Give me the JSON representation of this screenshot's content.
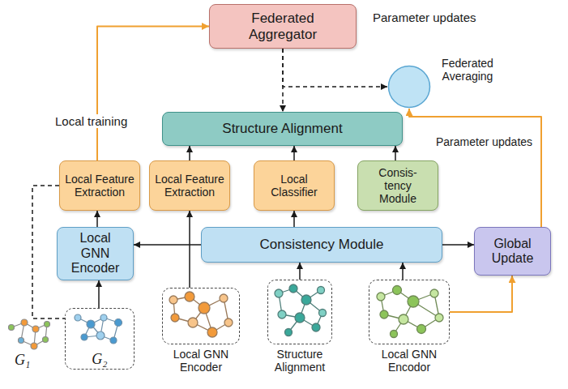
{
  "diagram": {
    "nodes": [
      {
        "text": [
          "Federated Aggregator"
        ]
      },
      {
        "text": [
          "Federated Averaging"
        ]
      },
      {
        "text": [
          "Structure Alignment"
        ]
      },
      {
        "text": [
          "Local Feature Extraction"
        ]
      },
      {
        "text": [
          "Local Feature Extraction"
        ]
      },
      {
        "text": [
          "Local Classifier"
        ]
      },
      {
        "text": [
          "Consis- tency Module"
        ]
      },
      {
        "text": [
          "Local GNN Encoder"
        ]
      },
      {
        "text": [
          "Consistency Module"
        ]
      },
      {
        "text": [
          "Global Update"
        ]
      },
      {
        "text": [
          "G₂"
        ]
      },
      {
        "text": [
          "Local GNN Encoder"
        ]
      },
      {
        "text": [
          "Structure Alignment"
        ]
      },
      {
        "text": [
          "Local GNN Encodor"
        ]
      }
    ],
    "edges": [
      {
        "from": 7,
        "to": 3,
        "arrow": "to"
      },
      {
        "from": 10,
        "to": 7,
        "arrow": "to"
      },
      {
        "from": 3,
        "to": 0,
        "arrow": "to"
      },
      {
        "from": 4,
        "to": 2,
        "arrow": "to"
      },
      {
        "from": 5,
        "to": 2,
        "arrow": "to"
      },
      {
        "from": 6,
        "to": 2,
        "arrow": "to"
      },
      {
        "from": 8,
        "to": 7,
        "arrow": "to"
      },
      {
        "from": 8,
        "to": 9,
        "arrow": "to"
      },
      {
        "from": 8,
        "to": 5,
        "arrow": "to"
      },
      {
        "from": 11,
        "to": 4,
        "arrow": "to"
      },
      {
        "from": 12,
        "to": 8,
        "arrow": "to"
      },
      {
        "from": 13,
        "to": 8,
        "arrow": "to"
      },
      {
        "from": 13,
        "to": 9,
        "arrow": "to"
      },
      {
        "from": 9,
        "to": 1,
        "arrow": "to"
      },
      {
        "from": 0,
        "to": 2,
        "arrow": "to"
      },
      {
        "from": 0,
        "to": 1,
        "arrow": "to"
      },
      {
        "from": 3,
        "to": 10,
        "arrow": "none"
      }
    ],
    "labels": [
      "Parameter updates",
      "Local training",
      "Parameter updates",
      "G₁"
    ]
  }
}
